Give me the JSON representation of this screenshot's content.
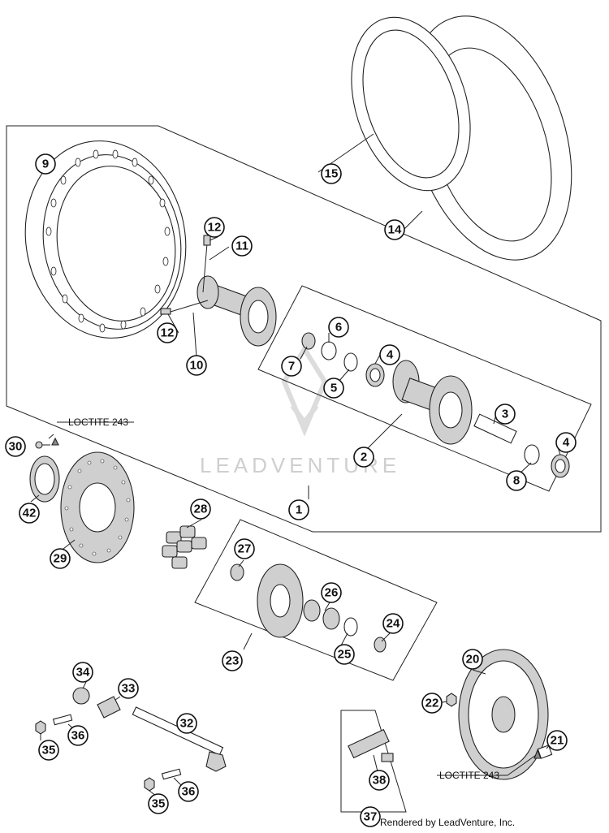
{
  "callouts": {
    "c1": "1",
    "c2": "2",
    "c3": "3",
    "c4a": "4",
    "c4b": "4",
    "c5": "5",
    "c6": "6",
    "c7": "7",
    "c8": "8",
    "c9": "9",
    "c10": "10",
    "c11": "11",
    "c12a": "12",
    "c12b": "12",
    "c14": "14",
    "c15": "15",
    "c20": "20",
    "c21": "21",
    "c22": "22",
    "c23": "23",
    "c24": "24",
    "c25": "25",
    "c26": "26",
    "c27": "27",
    "c28": "28",
    "c29": "29",
    "c30": "30",
    "c32": "32",
    "c33": "33",
    "c34": "34",
    "c35a": "35",
    "c35b": "35",
    "c36a": "36",
    "c36b": "36",
    "c37": "37",
    "c38": "38",
    "c42": "42"
  },
  "notes": {
    "loctite_top": "LOCTITE 243",
    "loctite_bottom": "LOCTITE 243"
  },
  "watermark": "LEADVENTURE",
  "credit": "Rendered by LeadVenture, Inc."
}
